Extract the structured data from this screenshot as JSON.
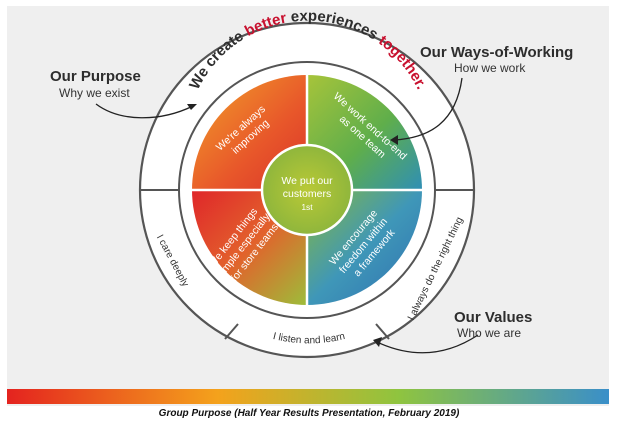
{
  "slogan": {
    "part1": "We create ",
    "accent1": "better",
    "part2": " experiences ",
    "accent2": "together."
  },
  "purpose": {
    "title": "Our Purpose",
    "subtitle": "Why we exist"
  },
  "ways_of_working": {
    "title": "Our Ways-of-Working",
    "subtitle": "How we work"
  },
  "values": {
    "title": "Our Values",
    "subtitle": "Who we are"
  },
  "center": {
    "line1": "We put our",
    "line2": "customers",
    "line3": "1st"
  },
  "quadrants": {
    "top_left": [
      "We're always",
      "improving"
    ],
    "top_right": [
      "We work end-to-end",
      "as one team"
    ],
    "bottom_left": [
      "We keep things",
      "simple especially",
      "for store teams"
    ],
    "bottom_right": [
      "We encourage",
      "freedom within",
      "a framework"
    ]
  },
  "value_segments": {
    "left": "I care deeply",
    "bottom": "I listen and learn",
    "right": "I always do the right thing"
  },
  "caption": "Group Purpose (Half Year Results Presentation, February 2019)",
  "colors": {
    "accent": "#c8102e",
    "dark_text": "#2d2d2d",
    "ring_stroke": "#555555",
    "rainbow": [
      "#e4231f",
      "#f4a21c",
      "#8fc43f",
      "#3a8fc9"
    ]
  }
}
